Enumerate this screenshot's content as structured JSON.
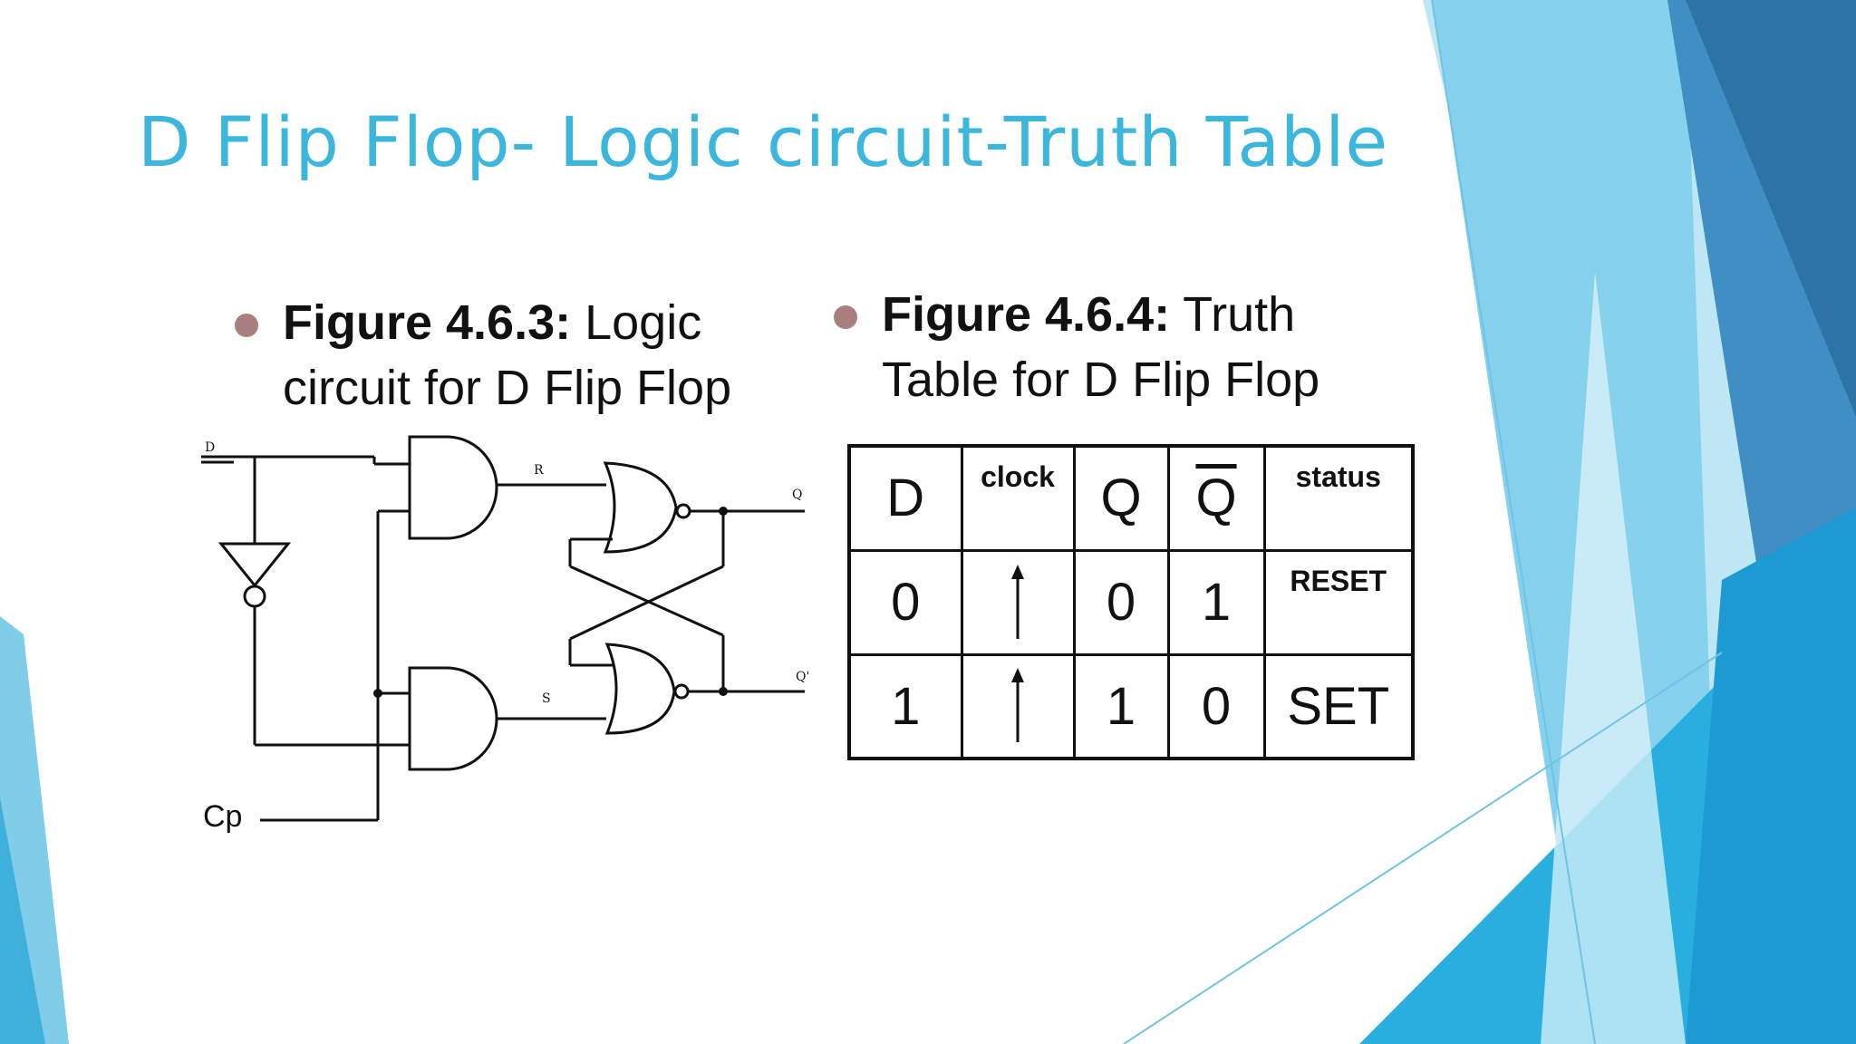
{
  "slide": {
    "title": "D Flip Flop- Logic circuit-Truth Table"
  },
  "captions": {
    "left": {
      "bold": "Figure 4.6.3:",
      "rest_line1": " Logic",
      "line2": "circuit for D Flip Flop"
    },
    "right": {
      "bold": "Figure 4.6.4:",
      "rest_line1": " Truth",
      "line2": "Table for D Flip Flop"
    }
  },
  "circuit": {
    "labels": {
      "d": "D",
      "r": "R",
      "s": "S",
      "q": "Q",
      "q_prime": "Q'",
      "cp": "Cp"
    }
  },
  "truth_table": {
    "headers": {
      "d": "D",
      "clock": "clock",
      "q": "Q",
      "q_bar": "Q",
      "status": "status"
    },
    "rows": [
      {
        "d": "0",
        "clock": "rising-edge-arrow",
        "q": "0",
        "q_bar": "1",
        "status": "RESET"
      },
      {
        "d": "1",
        "clock": "rising-edge-arrow",
        "q": "1",
        "q_bar": "0",
        "status": "SET"
      }
    ]
  },
  "colors": {
    "title": "#3bb6dc",
    "bullet": "#a87e7e",
    "accent_dark": "#2e73a6",
    "accent_light": "#86d1ee"
  }
}
